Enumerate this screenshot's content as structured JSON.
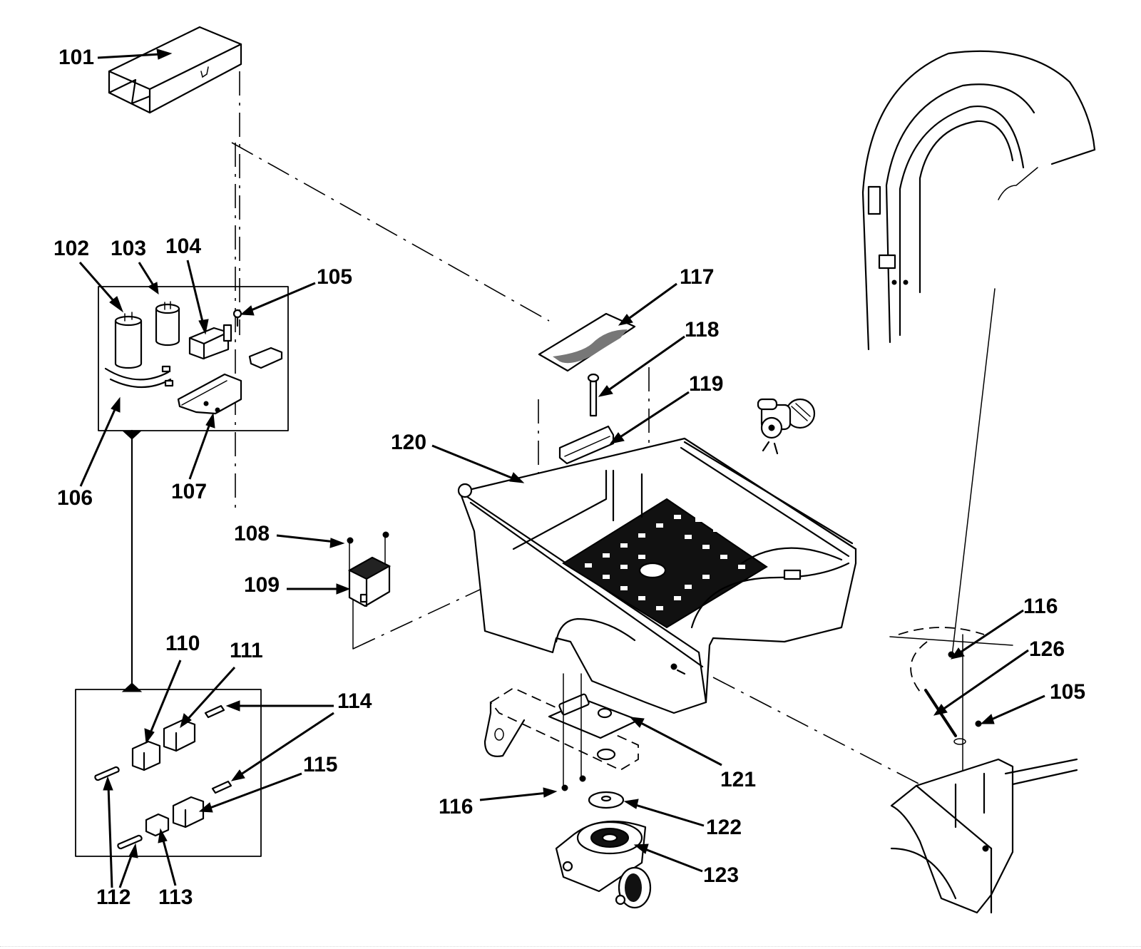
{
  "diagram": {
    "title": "Exploded parts view",
    "colors": {
      "ink": "#000000",
      "paper": "#ffffff"
    },
    "callouts": [
      {
        "id": "101",
        "label": "101",
        "part": "cover-channel"
      },
      {
        "id": "102",
        "label": "102",
        "part": "capacitor-large"
      },
      {
        "id": "103",
        "label": "103",
        "part": "capacitor-small"
      },
      {
        "id": "104",
        "label": "104",
        "part": "relay"
      },
      {
        "id": "105a",
        "label": "105",
        "part": "screw"
      },
      {
        "id": "106",
        "label": "106",
        "part": "capacitor-strap"
      },
      {
        "id": "107",
        "label": "107",
        "part": "mounting-bracket"
      },
      {
        "id": "108",
        "label": "108",
        "part": "screw"
      },
      {
        "id": "109",
        "label": "109",
        "part": "switch-block"
      },
      {
        "id": "110",
        "label": "110",
        "part": "connector-housing"
      },
      {
        "id": "111",
        "label": "111",
        "part": "connector-housing"
      },
      {
        "id": "112",
        "label": "112",
        "part": "terminal"
      },
      {
        "id": "113",
        "label": "113",
        "part": "connector-small"
      },
      {
        "id": "114",
        "label": "114",
        "part": "terminal"
      },
      {
        "id": "115",
        "label": "115",
        "part": "connector-large"
      },
      {
        "id": "116a",
        "label": "116",
        "part": "screw"
      },
      {
        "id": "116b",
        "label": "116",
        "part": "screw"
      },
      {
        "id": "117",
        "label": "117",
        "part": "label-plate"
      },
      {
        "id": "118",
        "label": "118",
        "part": "bolt"
      },
      {
        "id": "119",
        "label": "119",
        "part": "clip"
      },
      {
        "id": "120",
        "label": "120",
        "part": "base-housing"
      },
      {
        "id": "121",
        "label": "121",
        "part": "caster-plate"
      },
      {
        "id": "122",
        "label": "122",
        "part": "washer"
      },
      {
        "id": "123",
        "label": "123",
        "part": "caster-wheel"
      },
      {
        "id": "105b",
        "label": "105",
        "part": "screw"
      },
      {
        "id": "126",
        "label": "126",
        "part": "wire-harness"
      }
    ]
  }
}
